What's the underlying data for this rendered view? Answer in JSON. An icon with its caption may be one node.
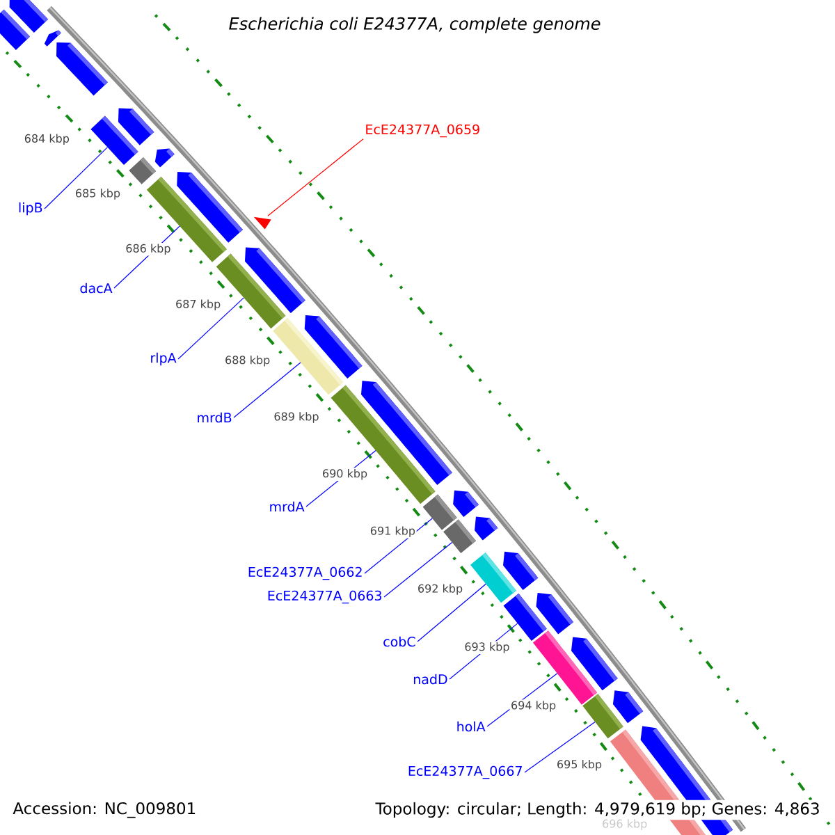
{
  "diagram": {
    "title": "Escherichia coli E24377A, complete genome",
    "nodes": [
      {
        "text": [
          "EcE24377A_0659"
        ]
      },
      {
        "text": [
          "lipB"
        ]
      },
      {
        "text": [
          "dacA"
        ]
      },
      {
        "text": [
          "rlpA"
        ]
      },
      {
        "text": [
          "mrdB"
        ]
      },
      {
        "text": [
          "mrdA"
        ]
      },
      {
        "text": [
          "EcE24377A_0662"
        ]
      },
      {
        "text": [
          "EcE24377A_0663"
        ]
      },
      {
        "text": [
          "cobC"
        ]
      },
      {
        "text": [
          "nadD"
        ]
      },
      {
        "text": [
          "holA"
        ]
      },
      {
        "text": [
          "EcE24377A_0667"
        ]
      },
      {
        "text": [],
        "shape": "triangle"
      },
      {
        "text": [],
        "shape": "bar"
      },
      {
        "text": [],
        "shape": "bar"
      },
      {
        "text": [],
        "shape": "bar"
      },
      {
        "text": [],
        "shape": "bar"
      },
      {
        "text": [],
        "shape": "bar"
      },
      {
        "text": [],
        "shape": "bar"
      },
      {
        "text": [],
        "shape": "bar"
      },
      {
        "text": [],
        "shape": "bar"
      },
      {
        "text": [],
        "shape": "bar"
      },
      {
        "text": [],
        "shape": "bar"
      },
      {
        "text": [],
        "shape": "bar"
      },
      {
        "text": [],
        "shape": "bar"
      },
      {
        "text": [],
        "shape": "bar"
      },
      {
        "text": [],
        "shape": "bar"
      },
      {
        "text": [],
        "shape": "bar"
      },
      {
        "text": [],
        "shape": "bar"
      },
      {
        "text": [],
        "shape": "bar"
      },
      {
        "text": [],
        "shape": "bar"
      },
      {
        "text": [],
        "shape": "bar"
      },
      {
        "text": [],
        "shape": "bar"
      },
      {
        "text": [],
        "shape": "bar"
      },
      {
        "text": [],
        "shape": "bar"
      },
      {
        "text": [],
        "shape": "bar"
      },
      {
        "text": [],
        "shape": "bar"
      },
      {
        "text": [],
        "shape": "bar"
      },
      {
        "text": [],
        "shape": "bar"
      },
      {
        "text": [],
        "shape": "bar"
      },
      {
        "text": [],
        "shape": "bar"
      },
      {
        "text": [],
        "shape": "bar"
      },
      {
        "text": [],
        "shape": "bar"
      }
    ],
    "edges": [
      {
        "from": 0,
        "to": 12,
        "arrow": "none",
        "color": "#ff0000"
      },
      {
        "from": 1,
        "to": 17,
        "arrow": "none"
      },
      {
        "from": 2,
        "to": 21,
        "arrow": "none"
      },
      {
        "from": 3,
        "to": 23,
        "arrow": "none"
      },
      {
        "from": 4,
        "to": 25,
        "arrow": "none"
      },
      {
        "from": 5,
        "to": 27,
        "arrow": "none"
      },
      {
        "from": 6,
        "to": 29,
        "arrow": "none"
      },
      {
        "from": 7,
        "to": 31,
        "arrow": "none"
      },
      {
        "from": 8,
        "to": 33,
        "arrow": "none"
      },
      {
        "from": 9,
        "to": 35,
        "arrow": "none"
      },
      {
        "from": 10,
        "to": 37,
        "arrow": "none"
      },
      {
        "from": 11,
        "to": 39,
        "arrow": "none"
      }
    ],
    "labels": [
      "684 kbp",
      "685 kbp",
      "686 kbp",
      "687 kbp",
      "688 kbp",
      "689 kbp",
      "690 kbp",
      "691 kbp",
      "692 kbp",
      "693 kbp",
      "694 kbp",
      "695 kbp",
      "696 kbp",
      "Accession: NC_009801",
      "Topology: circular; Length: 4,979,619 bp; Genes: 4,863"
    ]
  }
}
